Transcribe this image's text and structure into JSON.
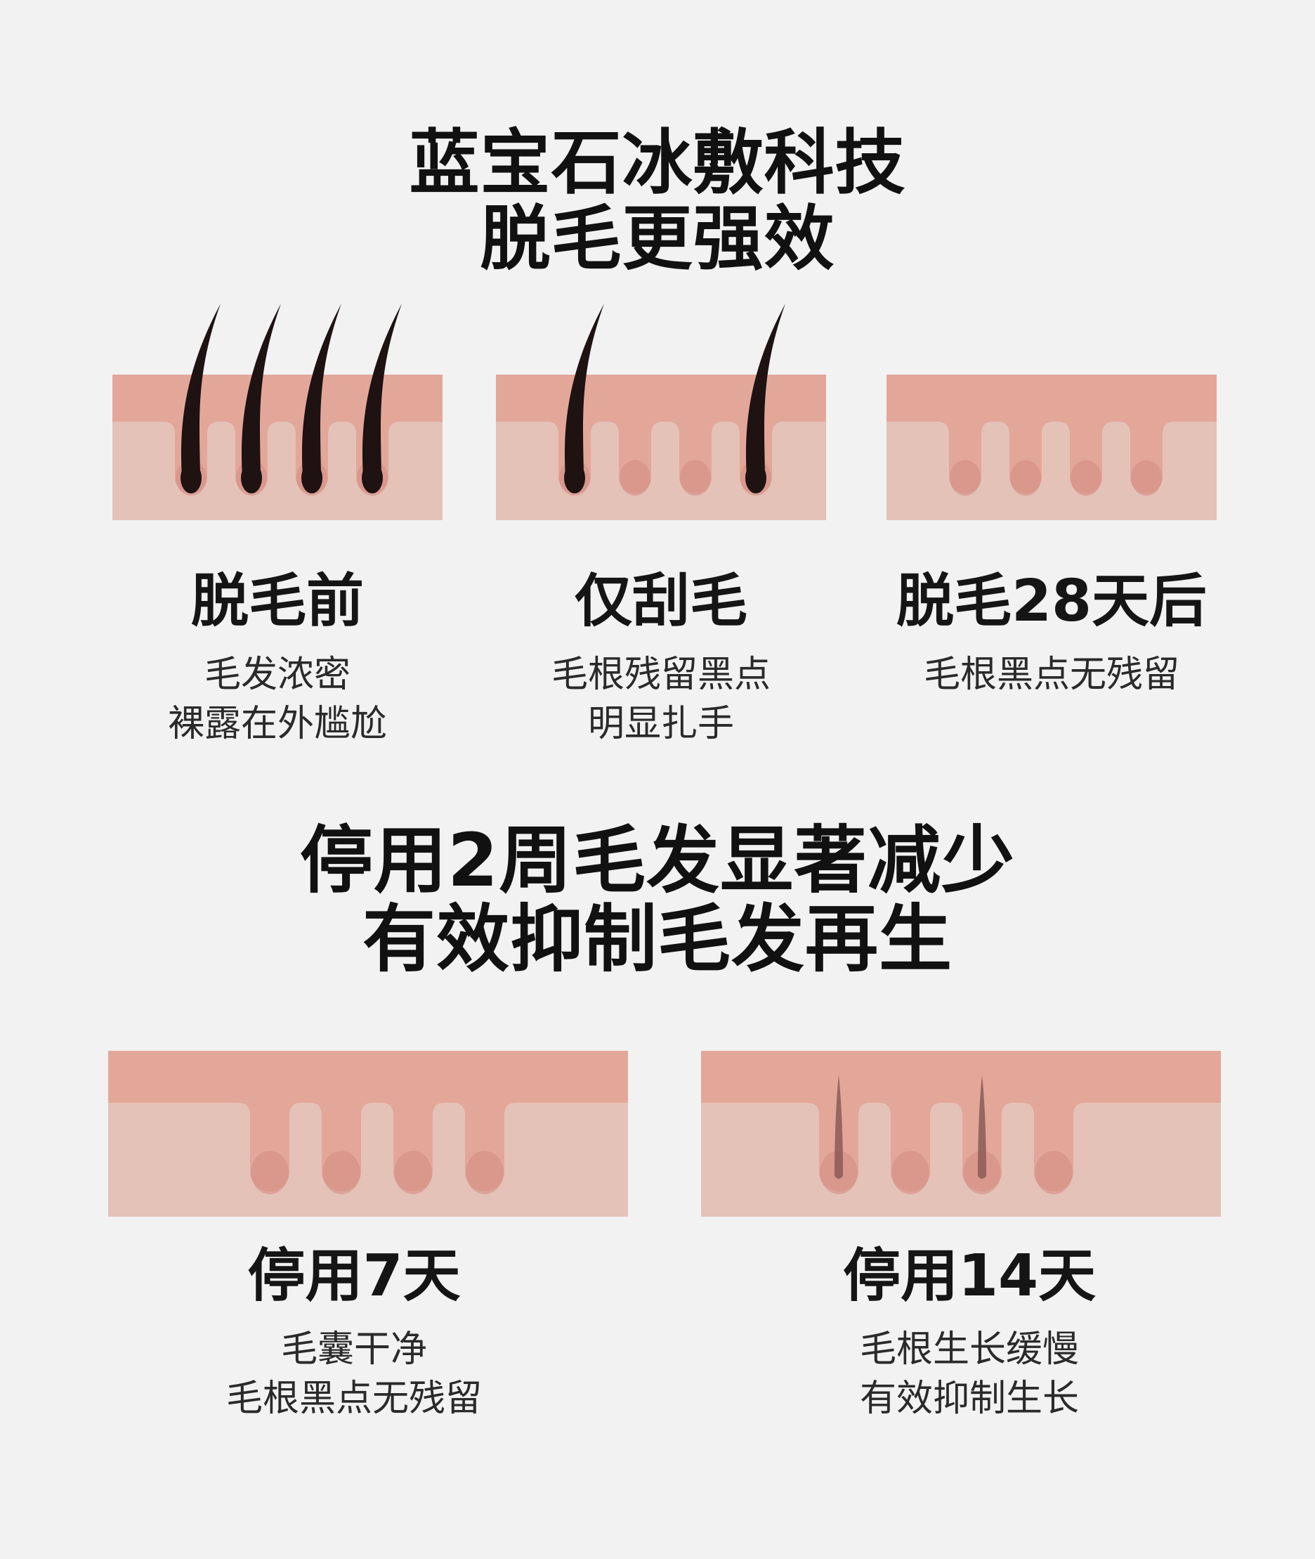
{
  "colors": {
    "background": "#f2f2f2",
    "skin_top": "#e3a79a",
    "skin_bottom": "#e4c2b8",
    "follicle": "#d48b82",
    "hair": "#1e1212"
  },
  "headline_top": {
    "line1": "蓝宝石冰敷科技",
    "line2": "脱毛更强效"
  },
  "stages_top": [
    {
      "title": "脱毛前",
      "line1": "毛发浓密",
      "line2": "裸露在外尴尬",
      "hairs": "long",
      "hair_count": 4
    },
    {
      "title": "仅刮毛",
      "line1": "毛根残留黑点",
      "line2": "明显扎手",
      "hairs": "long",
      "hair_count": 2
    },
    {
      "title": "脱毛28天后",
      "line1": "毛根黑点无残留",
      "line2": "",
      "hairs": "none",
      "hair_count": 0
    }
  ],
  "headline_mid": {
    "line1": "停用2周毛发显著减少",
    "line2": "有效抑制毛发再生"
  },
  "stages_bottom": [
    {
      "title": "停用7天",
      "line1": "毛囊干净",
      "line2": "毛根黑点无残留",
      "hairs": "none",
      "hair_count": 0
    },
    {
      "title": "停用14天",
      "line1": "毛根生长缓慢",
      "line2": "有效抑制生长",
      "hairs": "short",
      "hair_count": 2
    }
  ]
}
